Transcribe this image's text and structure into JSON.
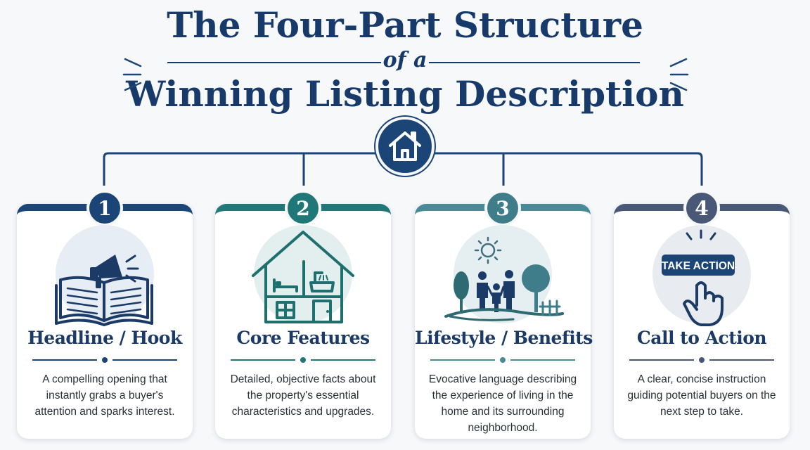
{
  "title": {
    "line1": "The Four-Part Structure",
    "line2": "of a",
    "line3": "Winning Listing Description"
  },
  "hub_icon": "house-icon",
  "steps": [
    {
      "number": "1",
      "title": "Headline / Hook",
      "description": "A compelling opening that instantly grabs a buyer's attention and sparks interest.",
      "icon": "open-book-megaphone-icon",
      "color": "#1b4577"
    },
    {
      "number": "2",
      "title": "Core Features",
      "description": "Detailed, objective facts about the property's essential characteristics and upgrades.",
      "icon": "house-rooms-icon",
      "color": "#1f7777"
    },
    {
      "number": "3",
      "title": "Lifestyle / Benefits",
      "description": "Evocative language describing the experience of living in the home and its surrounding neighborhood.",
      "icon": "family-park-icon",
      "color": "#4a8a96"
    },
    {
      "number": "4",
      "title": "Call to Action",
      "description": "A clear, concise instruction guiding potential buyers on the next step to take.",
      "icon": "take-action-button-icon",
      "color": "#4a5877",
      "button_label": "TAKE ACTION"
    }
  ],
  "colors": {
    "title": "#173a6b",
    "background": "#f7f8fa"
  }
}
